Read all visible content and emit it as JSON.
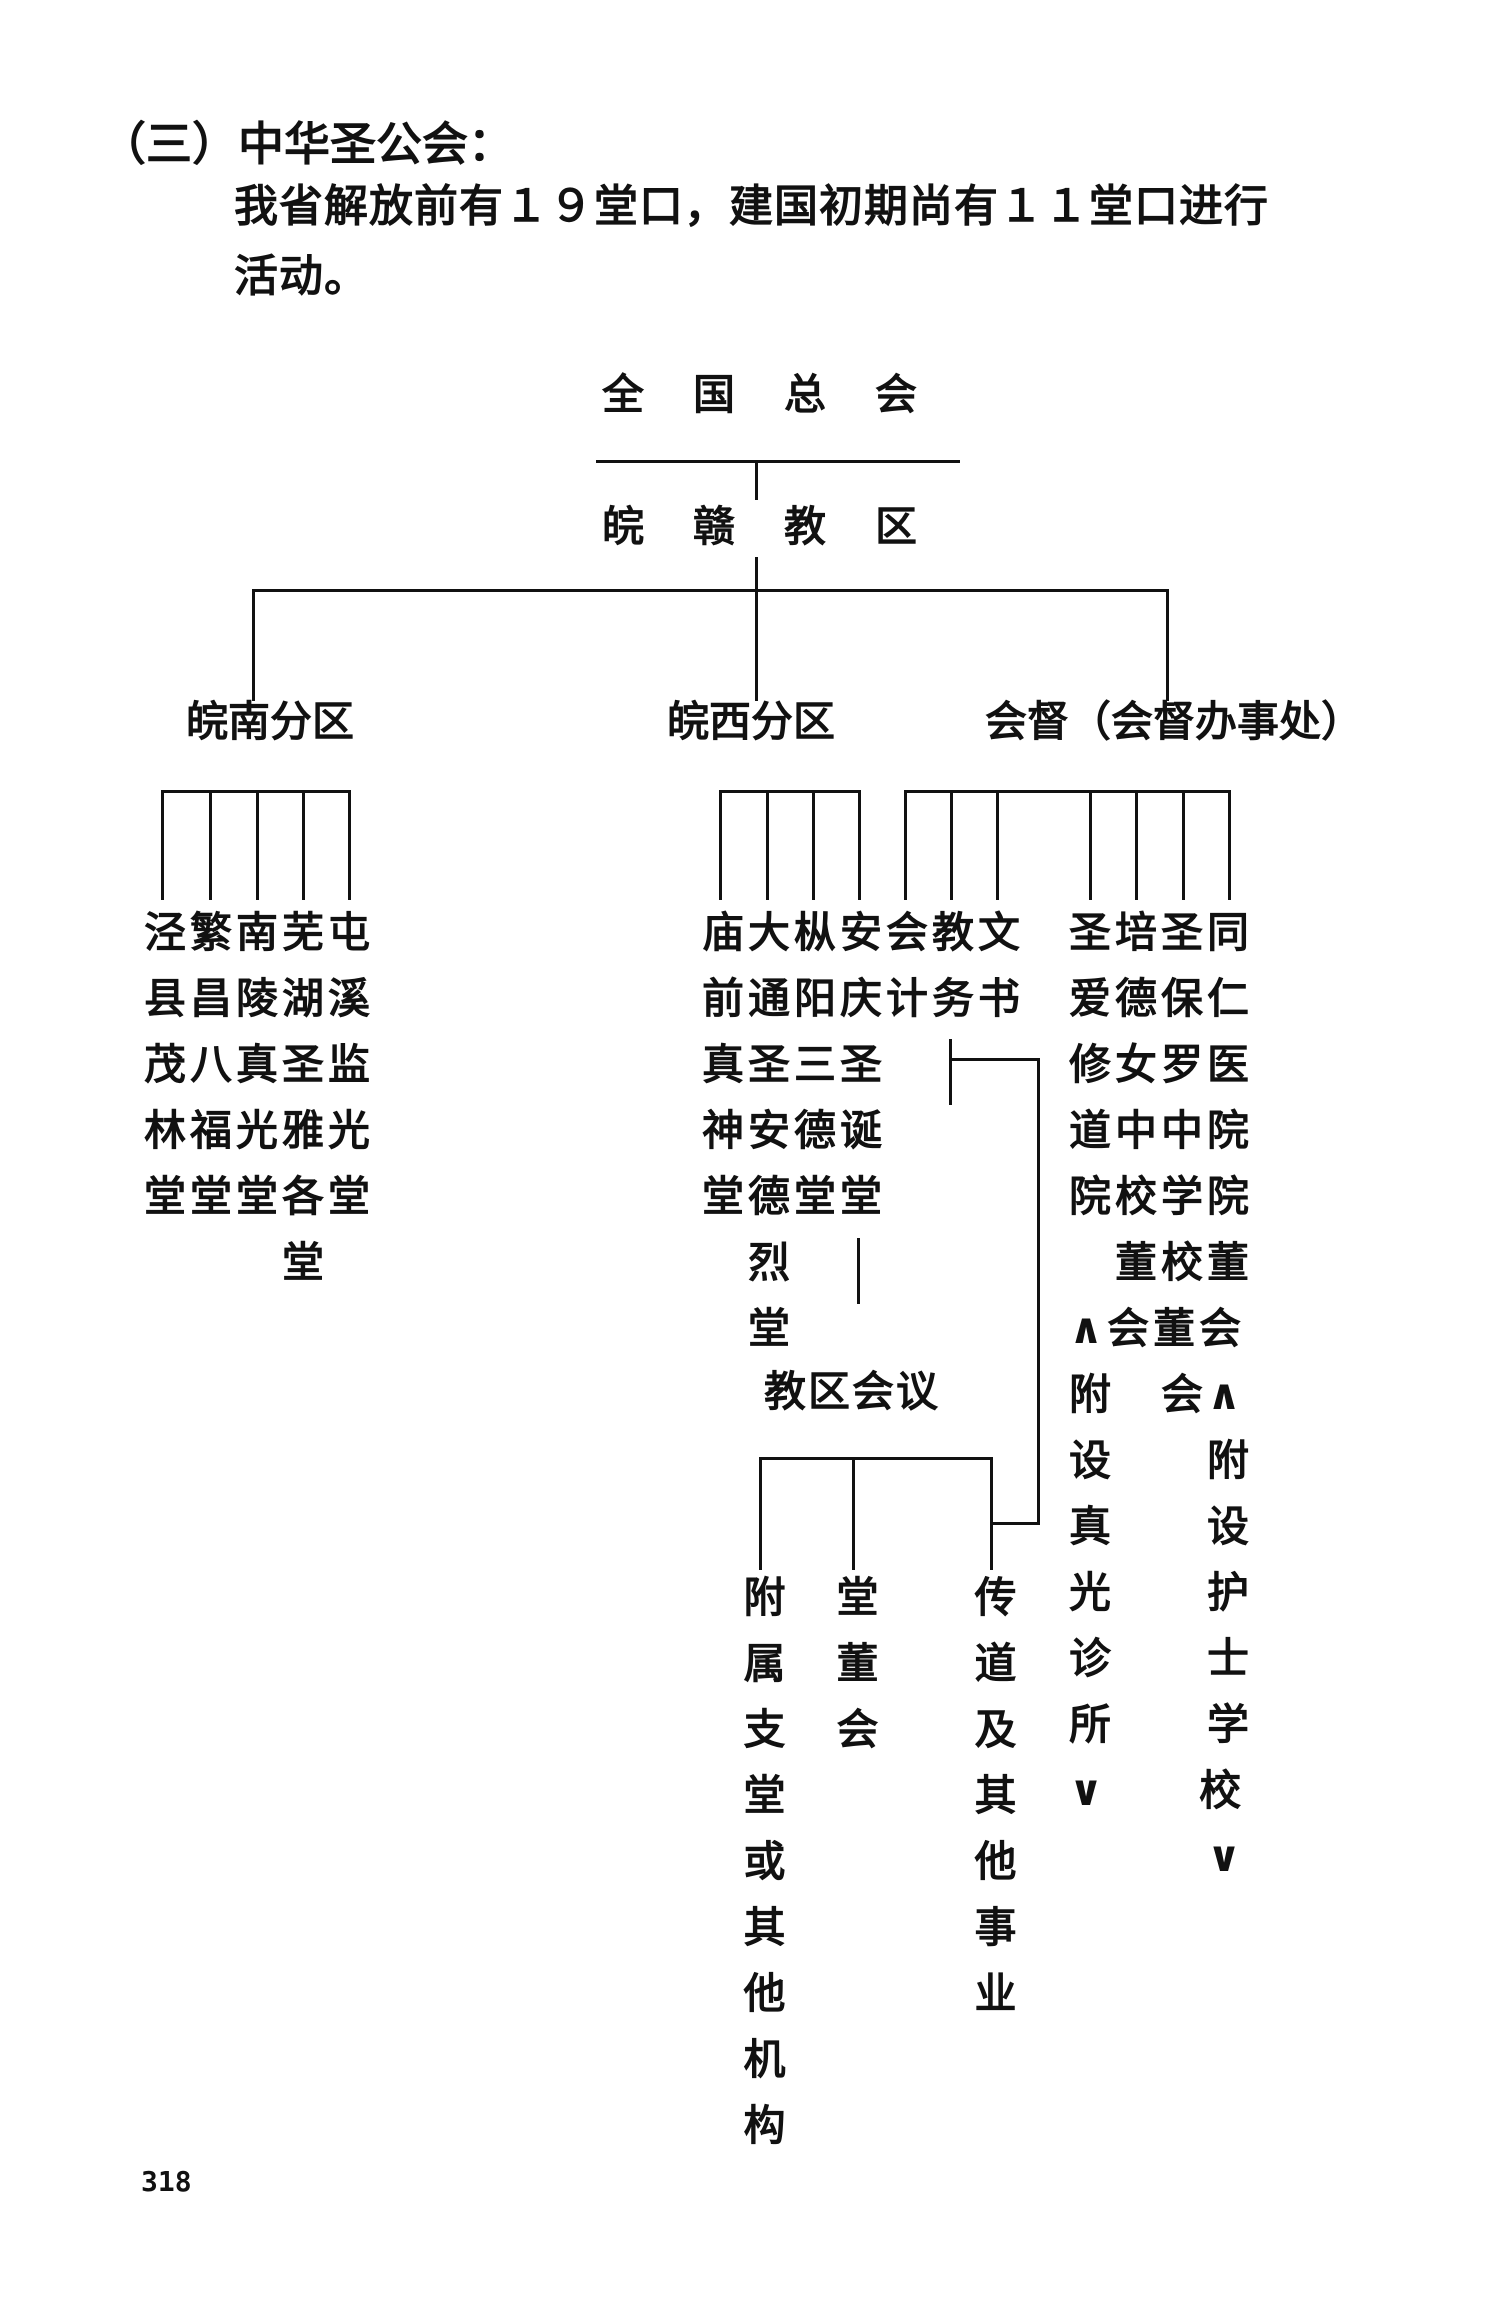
{
  "section": {
    "heading": "（三）中华圣公会：",
    "line1": "我省解放前有１９堂口，建国初期尚有１１堂口进行",
    "line2": "活动。"
  },
  "chart": {
    "root": "全国总会",
    "level2": "皖赣教区",
    "branches": {
      "south": "皖南分区",
      "west": "皖西分区",
      "bishop": "会督（会督办事处）"
    },
    "south_churches_rows": [
      "泾繁南芜屯",
      "县昌陵湖溪",
      "茂八真圣监",
      "林福光雅光",
      "堂堂堂各堂",
      "　　　堂　"
    ],
    "west_churches_rows": [
      "庙大枞安会教文",
      "前通阳庆计务书",
      "真圣三圣",
      "神安德诞",
      "堂德堂堂",
      "　烈",
      "　堂"
    ],
    "diocese_council": "教区会议",
    "bishop_institutions_rows": [
      "圣培圣同",
      "爱德保仁",
      "修女罗医",
      "道中中院",
      "院校学院",
      "　董校董",
      "∧会董会",
      "附　会∧",
      "设　　附",
      "真　　设",
      "光　　护",
      "诊　　士",
      "所　　学",
      "∨　　校",
      "　　　∨"
    ],
    "council_children": [
      "附属支堂或其他机构",
      "堂董会",
      "传道及其他事业"
    ]
  },
  "page_number": "318"
}
